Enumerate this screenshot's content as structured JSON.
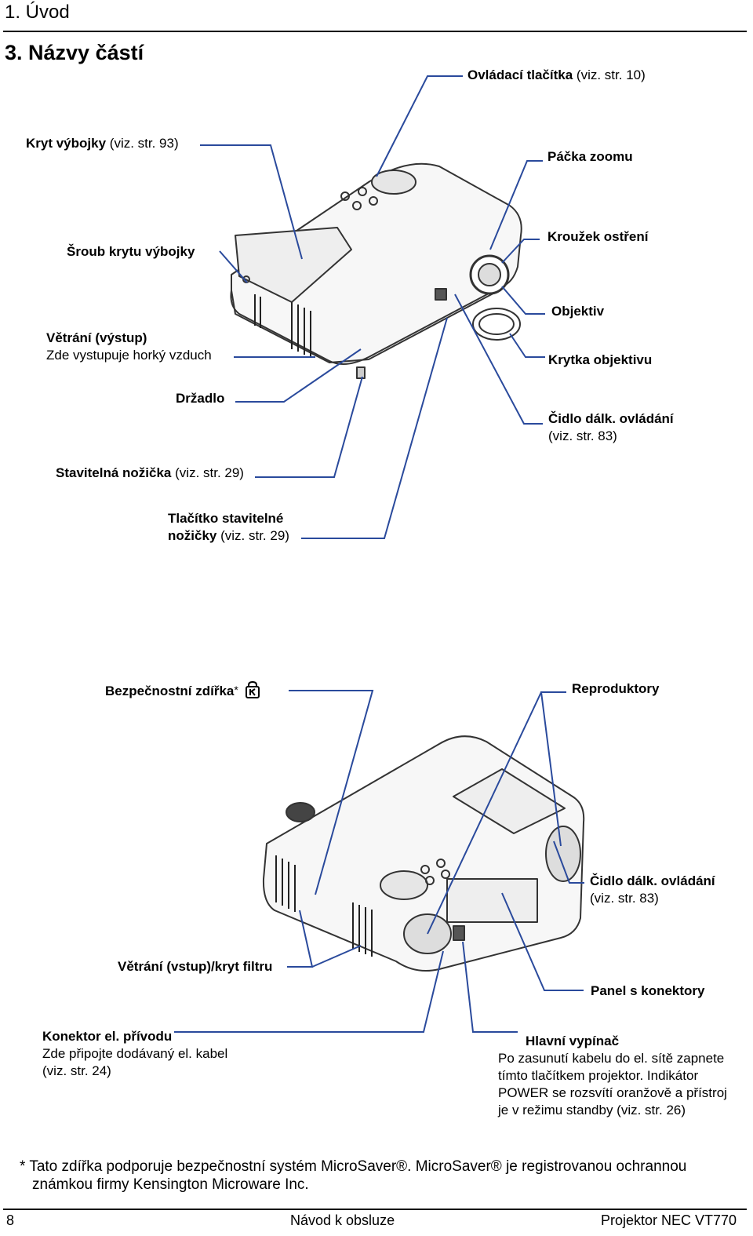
{
  "header": {
    "chapter": "1. Úvod",
    "section": "3. Názvy částí"
  },
  "callouts_top": {
    "control_buttons": {
      "name": "Ovládací tlačítka",
      "ref": "(viz. str. 10)"
    },
    "lamp_cover": {
      "name": "Kryt výbojky",
      "ref": "(viz. str. 93)"
    },
    "zoom_lever": {
      "name": "Páčka zoomu"
    },
    "lamp_cover_screw": {
      "name": "Šroub krytu výbojky"
    },
    "focus_ring": {
      "name": "Kroužek ostření"
    },
    "lens": {
      "name": "Objektiv"
    },
    "vent_out": {
      "name": "Větrání (výstup)",
      "desc": "Zde vystupuje horký vzduch"
    },
    "lens_cap": {
      "name": "Krytka objektivu"
    },
    "handle": {
      "name": "Držadlo"
    },
    "remote_sensor": {
      "name": "Čidlo dálk. ovládání",
      "ref": "(viz. str. 83)"
    },
    "adjustable_foot": {
      "name": "Stavitelná nožička",
      "ref": "(viz. str. 29)"
    },
    "foot_button": {
      "name_line1": "Tlačítko stavitelné",
      "name_line2": "nožičky",
      "ref": "(viz. str. 29)"
    }
  },
  "callouts_bottom": {
    "security_slot": {
      "name": "Bezpečnostní zdířka",
      "star": "*",
      "icon": "kensington-lock-icon"
    },
    "speakers": {
      "name": "Reproduktory"
    },
    "remote_sensor": {
      "name": "Čidlo dálk. ovládání",
      "ref": "(viz. str. 83)"
    },
    "vent_in": {
      "name": "Větrání (vstup)/kryt filtru"
    },
    "connector_panel": {
      "name": "Panel s konektory"
    },
    "power_connector": {
      "name": "Konektor el. přívodu",
      "desc1": "Zde připojte dodávaný el. kabel",
      "ref": "(viz. str. 24)"
    },
    "main_switch": {
      "name": "Hlavní vypínač",
      "desc1": "Po zasunutí kabelu do el. sítě zapnete",
      "desc2": "tímto tlačítkem projektor. Indikátor",
      "desc3": "POWER se rozsvítí oranžově a přístroj",
      "desc4": "je v režimu standby (viz. str. 26)"
    }
  },
  "footnote": {
    "line1": "* Tato zdířka podporuje bezpečnostní systém MicroSaver®. MicroSaver® je registrovanou ochrannou",
    "line2": "známkou firmy Kensington Microware Inc."
  },
  "footer": {
    "page_number": "8",
    "center": "Návod k obsluze",
    "right": "Projektor NEC VT770"
  },
  "colors": {
    "leader_line": "#2a4a9c",
    "rule": "#000000",
    "device_outline": "#333333"
  }
}
